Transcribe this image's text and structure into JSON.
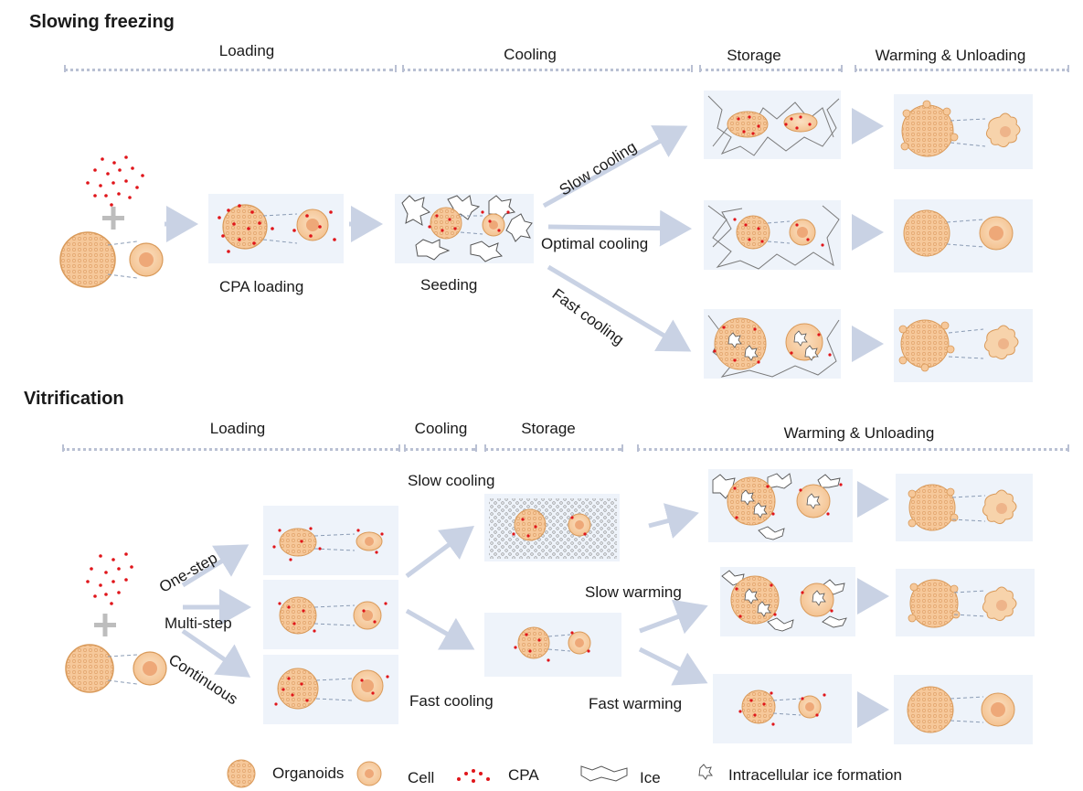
{
  "slow_freezing": {
    "title": "Slowing freezing",
    "stages": [
      "Loading",
      "Cooling",
      "Storage",
      "Warming & Unloading"
    ],
    "labels": {
      "cpa_loading": "CPA loading",
      "seeding": "Seeding",
      "slow_cooling": "Slow cooling",
      "optimal_cooling": "Optimal cooling",
      "fast_cooling": "Fast cooling"
    }
  },
  "vitrification": {
    "title": "Vitrification",
    "stages": [
      "Loading",
      "Cooling",
      "Storage",
      "Warming & Unloading"
    ],
    "labels": {
      "one_step": "One-step",
      "multi_step": "Multi-step",
      "continuous": "Continuous",
      "slow_cooling": "Slow cooling",
      "fast_cooling": "Fast cooling",
      "slow_warming": "Slow warming",
      "fast_warming": "Fast warming"
    }
  },
  "legend": {
    "organoids": "Organoids",
    "cell": "Cell",
    "cpa": "CPA",
    "ice": "Ice",
    "intracellular_ice": "Intracellular ice formation"
  },
  "colors": {
    "cell_fill": "#f6c89a",
    "cell_stroke": "#d99a5a",
    "nucleus": "#eea878",
    "cpa": "#e0151a",
    "arrow": "#c9d2e4",
    "panel": "#eef3fa",
    "divider": "#b9c0d3",
    "plus": "#bdbdbd"
  }
}
